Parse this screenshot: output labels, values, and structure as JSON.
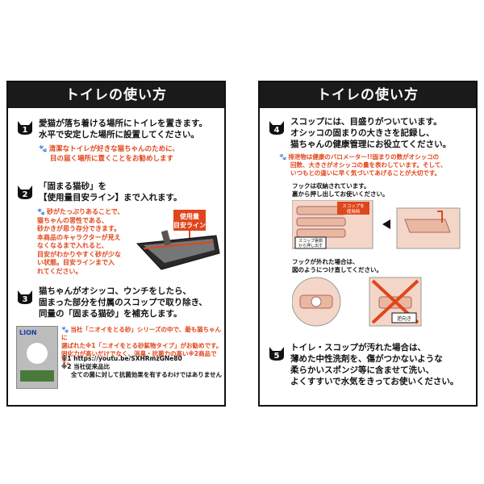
{
  "colors": {
    "accent": "#e0461b",
    "header_bg": "#1a1a1a"
  },
  "left": {
    "title": "トイレの使い方",
    "step1": {
      "number": "1",
      "lines": [
        "愛猫が落ち着ける場所にトイレを置きます。",
        "水平で安定した場所に設置してください。"
      ],
      "note": [
        "清潔なトイレが好きな猫ちゃんのために、",
        "目の届く場所に置くことをお勧めします"
      ]
    },
    "step2": {
      "number": "2",
      "lines": [
        "「固まる猫砂」を",
        "【使用量目安ライン】まで入れます。"
      ],
      "note": [
        "砂がたっぷりあることで、",
        "猫ちゃんの習性である、",
        "砂かきが思う存分できます。",
        "本商品のキャラクターが見え",
        "なくなるまで入れると、",
        "目安がわかりやすく砂が少な",
        "い状態。目安ラインまで入",
        "れてください。"
      ],
      "label": [
        "使用量",
        "目安ライン"
      ]
    },
    "step3": {
      "number": "3",
      "lines": [
        "猫ちゃんがオシッコ、ウンチをしたら、",
        "固まった部分を付属のスコップで取り除き、",
        "同量の「固まる猫砂」を補充します。"
      ],
      "note": [
        "当社「ニオイをとる砂」シリーズの中で、最も猫ちゃんに",
        "選ばれた※1「ニオイをとる砂鉱物タイプ」がお勧めです。",
        "固化力が高いだけでなく、消臭・抗菌力の高い※2商品です。"
      ],
      "footnotes": [
        "※1 https://youtu.be/SXHRmzGNe80",
        "※2 当社従来品比",
        "全ての菌に対して抗菌効果を有するわけではありません"
      ],
      "brand": "LION"
    }
  },
  "right": {
    "title": "トイレの使い方",
    "step4": {
      "number": "4",
      "lines": [
        "スコップには、目盛りがついています。",
        "オシッコの固まりの大きさを記録し、",
        "猫ちゃんの健康管理にお役立てください。"
      ],
      "note": [
        "排泄物は健康のバロメーター!!固まりの数がオシッコの",
        "回数、大きさがオシッコの量を表わしています。そして、",
        "いつもとの違いに早く気づいてあげることが大切です。"
      ],
      "diagram1_caption": [
        "フックは収納されています。",
        "裏から押し出してお使いください。"
      ],
      "scoop_back": [
        "スコップ裏側",
        "から押し出す"
      ],
      "hook_out": [
        "スコップを",
        "使用時"
      ],
      "diagram2_caption": [
        "フックが外れた場合は、",
        "図のようにつけ直してください。"
      ],
      "reverse": "逆向き"
    },
    "step5": {
      "number": "5",
      "lines": [
        "トイレ・スコップが汚れた場合は、",
        "薄めた中性洗剤を、傷がつかないような",
        "柔らかいスポンジ等に含ませて洗い、",
        "よくすすいで水気をきってお使いください。"
      ]
    }
  }
}
